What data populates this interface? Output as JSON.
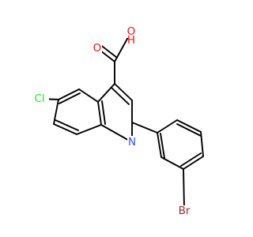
{
  "colors": {
    "background": "#ffffff",
    "bond": "#000000",
    "O": "#ff0d0d",
    "N": "#3050f8",
    "Cl": "#1ff01f",
    "Br": "#a62929",
    "H": "#ff0d0d"
  },
  "atoms": [
    {
      "id": "O_hydroxyl",
      "text": "O",
      "element": "O"
    },
    {
      "id": "H_hydroxyl",
      "text": "H",
      "element": "H"
    },
    {
      "id": "O_carbonyl",
      "text": "O",
      "element": "O"
    },
    {
      "id": "Cl",
      "text": "Cl",
      "element": "Cl"
    },
    {
      "id": "N",
      "text": "N",
      "element": "N"
    },
    {
      "id": "Br",
      "text": "Br",
      "element": "Br"
    }
  ]
}
